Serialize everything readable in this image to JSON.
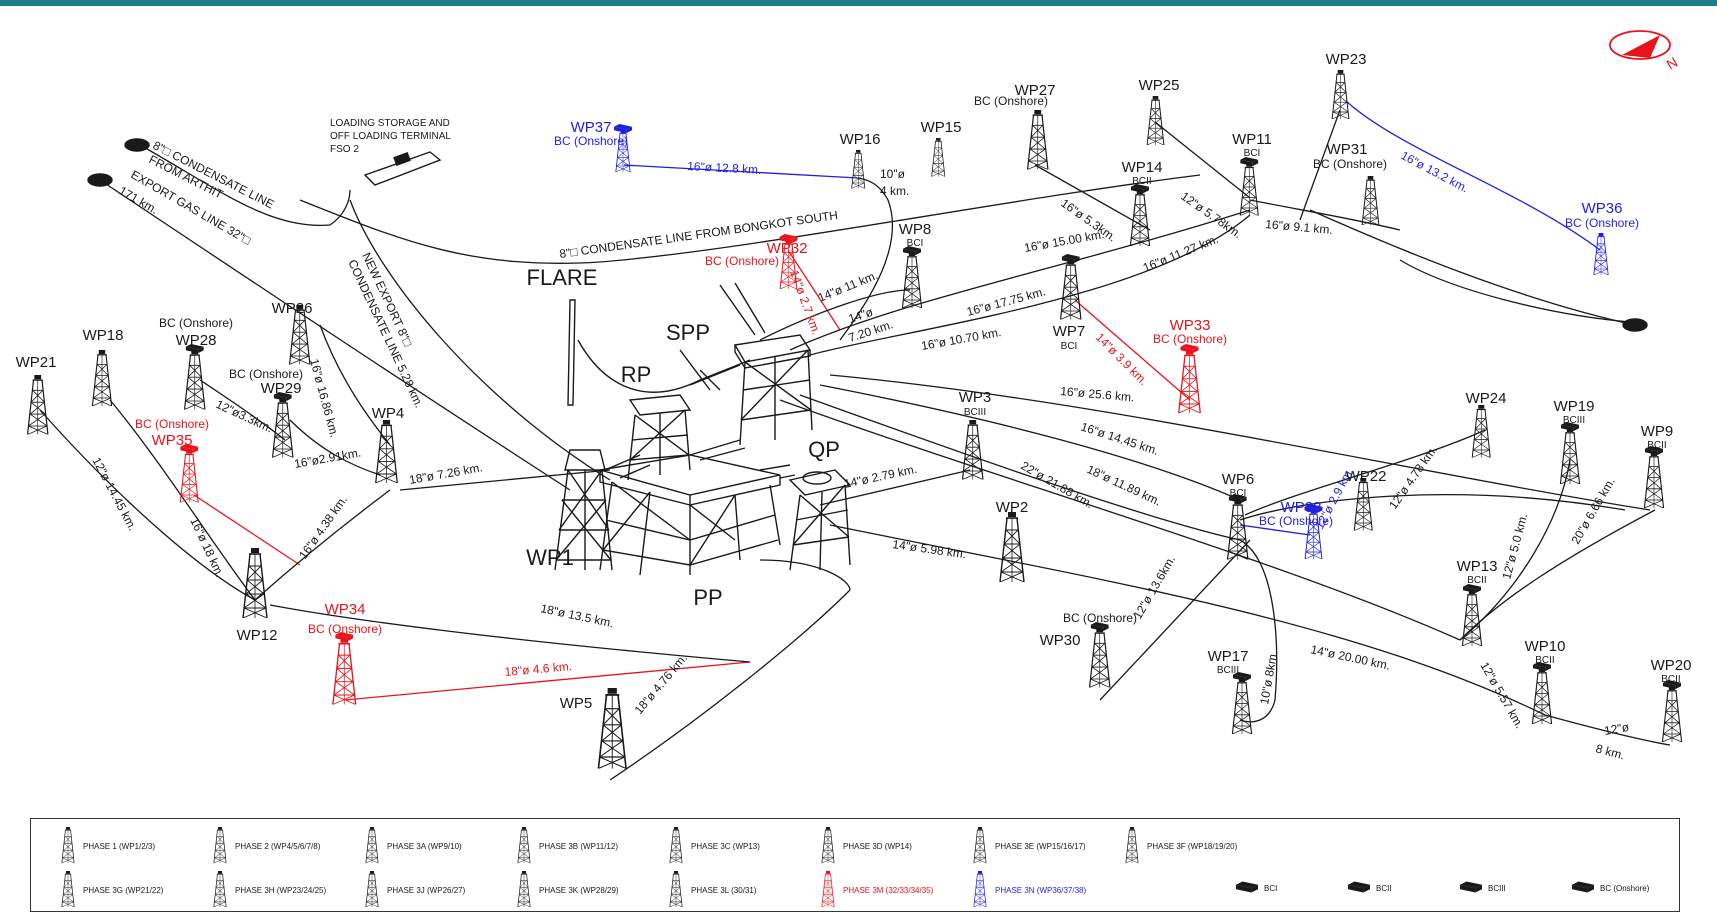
{
  "colors": {
    "black": "#1a1a1a",
    "red": "#e8141b",
    "blue": "#1f1fe0",
    "header_bar": "#1f7f86"
  },
  "compass_icon": "north-arrow-icon",
  "main_platforms": {
    "wp1": "WP1",
    "pp": "PP",
    "qp": "QP",
    "rp": "RP",
    "spp": "SPP",
    "flare": "FLARE"
  },
  "facility_labels": {
    "fso": [
      "LOADING STORAGE AND",
      "OFF LOADING TERMINAL",
      "FSO 2"
    ]
  },
  "platforms": [
    {
      "id": "WP2",
      "label": "WP2",
      "sub": "",
      "color": "black"
    },
    {
      "id": "WP3",
      "label": "WP3",
      "sub": "BCIII",
      "color": "black"
    },
    {
      "id": "WP4",
      "label": "WP4",
      "sub": "",
      "color": "black"
    },
    {
      "id": "WP5",
      "label": "WP5",
      "sub": "",
      "color": "black"
    },
    {
      "id": "WP6",
      "label": "WP6",
      "sub": "BCI",
      "color": "black"
    },
    {
      "id": "WP7",
      "label": "WP7",
      "sub": "BCI",
      "color": "black"
    },
    {
      "id": "WP8",
      "label": "WP8",
      "sub": "BCI",
      "color": "black"
    },
    {
      "id": "WP9",
      "label": "WP9",
      "sub": "BCII",
      "color": "black"
    },
    {
      "id": "WP10",
      "label": "WP10",
      "sub": "BCII",
      "color": "black"
    },
    {
      "id": "WP11",
      "label": "WP11",
      "sub": "BCI",
      "color": "black"
    },
    {
      "id": "WP12",
      "label": "WP12",
      "sub": "",
      "color": "black"
    },
    {
      "id": "WP13",
      "label": "WP13",
      "sub": "BCII",
      "color": "black"
    },
    {
      "id": "WP14",
      "label": "WP14",
      "sub": "BCII",
      "color": "black"
    },
    {
      "id": "WP15",
      "label": "WP15",
      "sub": "",
      "color": "black"
    },
    {
      "id": "WP16",
      "label": "WP16",
      "sub": "",
      "color": "black"
    },
    {
      "id": "WP17",
      "label": "WP17",
      "sub": "BCIII",
      "color": "black"
    },
    {
      "id": "WP18",
      "label": "WP18",
      "sub": "",
      "color": "black"
    },
    {
      "id": "WP19",
      "label": "WP19",
      "sub": "BCIII",
      "color": "black"
    },
    {
      "id": "WP20",
      "label": "WP20",
      "sub": "BCII",
      "color": "black"
    },
    {
      "id": "WP21",
      "label": "WP21",
      "sub": "",
      "color": "black"
    },
    {
      "id": "WP22",
      "label": "WP22",
      "sub": "",
      "color": "black"
    },
    {
      "id": "WP23",
      "label": "WP23",
      "sub": "",
      "color": "black"
    },
    {
      "id": "WP24",
      "label": "WP24",
      "sub": "",
      "color": "black"
    },
    {
      "id": "WP25",
      "label": "WP25",
      "sub": "",
      "color": "black"
    },
    {
      "id": "WP26",
      "label": "WP26",
      "sub": "",
      "color": "black"
    },
    {
      "id": "WP27",
      "label": "WP27",
      "sub": "BC (Onshore)",
      "color": "black"
    },
    {
      "id": "WP28",
      "label": "WP28",
      "sub": "BC (Onshore)",
      "color": "black"
    },
    {
      "id": "WP29",
      "label": "WP29",
      "sub": "BC (Onshore)",
      "color": "black"
    },
    {
      "id": "WP30",
      "label": "WP30",
      "sub": "BC (Onshore)",
      "color": "black"
    },
    {
      "id": "WP31",
      "label": "WP31",
      "sub": "BC (Onshore)",
      "color": "black"
    },
    {
      "id": "WP32",
      "label": "WP32",
      "sub": "BC (Onshore)",
      "color": "red"
    },
    {
      "id": "WP33",
      "label": "WP33",
      "sub": "BC (Onshore)",
      "color": "red"
    },
    {
      "id": "WP34",
      "label": "WP34",
      "sub": "BC (Onshore)",
      "color": "red"
    },
    {
      "id": "WP35",
      "label": "WP35",
      "sub": "BC (Onshore)",
      "color": "red"
    },
    {
      "id": "WP36",
      "label": "WP36",
      "sub": "BC (Onshore)",
      "color": "blue"
    },
    {
      "id": "WP37",
      "label": "WP37",
      "sub": "BC (Onshore)",
      "color": "blue"
    },
    {
      "id": "WP38",
      "label": "WP38",
      "sub": "BC (Onshore)",
      "color": "blue"
    }
  ],
  "pipelines": [
    {
      "id": "wp37-wp16",
      "text": "16\"ø 12.8 km.",
      "color": "blue"
    },
    {
      "id": "wp23-wp36",
      "text": "16\"ø 13.2 km.",
      "color": "blue"
    },
    {
      "id": "wp32-spp",
      "text": "14\"ø 2.7 km.",
      "color": "red"
    },
    {
      "id": "wp7-wp33",
      "text": "14\"ø 3.9 km.",
      "color": "red"
    },
    {
      "id": "wp35-wp12",
      "text": "16\"ø 18 km.",
      "color": "black"
    },
    {
      "id": "wp34-leg",
      "text": "18\"ø 4.6 km.",
      "color": "red"
    },
    {
      "id": "wp6-wp38",
      "text": "12\"ø 2.9 km.",
      "color": "blue"
    },
    {
      "id": "wp16-10",
      "text": "10\"ø",
      "color": "black"
    },
    {
      "id": "wp16-4km",
      "text": "4 km.",
      "color": "black"
    },
    {
      "id": "wp27-wp14",
      "text": "16\"ø 5.3km.",
      "color": "black"
    },
    {
      "id": "wp25-wp11",
      "text": "12\"ø 5.78km.",
      "color": "black"
    },
    {
      "id": "wp11-9.1",
      "text": "16\"ø 9.1 km.",
      "color": "black"
    },
    {
      "id": "condensate-bongkot",
      "text": "8\"□ CONDENSATE LINE FROM BONGKOT SOUTH",
      "color": "black"
    },
    {
      "id": "condensate-arthit-1",
      "text": "8\"□ CONDENSATE LINE",
      "color": "black"
    },
    {
      "id": "condensate-arthit-2",
      "text": "FROM ARTHIT",
      "color": "black"
    },
    {
      "id": "export-gas-1",
      "text": "EXPORT GAS LINE 32\"□",
      "color": "black"
    },
    {
      "id": "export-gas-2",
      "text": "171 km.",
      "color": "black"
    },
    {
      "id": "new-export-1",
      "text": "NEW EXPORT 8\"□",
      "color": "black"
    },
    {
      "id": "new-export-2",
      "text": "CONDENSATE LINE 5.28 km.",
      "color": "black"
    },
    {
      "id": "wp14-15",
      "text": "16\"ø 15.00 km.",
      "color": "black"
    },
    {
      "id": "wp11-1127",
      "text": "16\"ø 11.27 km.",
      "color": "black"
    },
    {
      "id": "spp-wp16-11",
      "text": "14\"ø 11 km.",
      "color": "black"
    },
    {
      "id": "wp8-14",
      "text": "14\"ø",
      "color": "black"
    },
    {
      "id": "wp8-720",
      "text": "7.20 km.",
      "color": "black"
    },
    {
      "id": "wp7-1775",
      "text": "16\"ø 17.75 km.",
      "color": "black"
    },
    {
      "id": "wp7-1070",
      "text": "16\"ø 10.70 km.",
      "color": "black"
    },
    {
      "id": "wp9-256",
      "text": "16\"ø 25.6 km.",
      "color": "black"
    },
    {
      "id": "wp6-1445",
      "text": "16\"ø 14.45 km.",
      "color": "black"
    },
    {
      "id": "wp6-1189",
      "text": "18\"ø 11.89 km.",
      "color": "black"
    },
    {
      "id": "wp13-2188",
      "text": "22\"ø 21.88 km.",
      "color": "black"
    },
    {
      "id": "qp-279",
      "text": "14\"ø 2.79 km.",
      "color": "black"
    },
    {
      "id": "wp2-598",
      "text": "14\"ø 5.98 km.",
      "color": "black"
    },
    {
      "id": "wp4-726",
      "text": "18\"ø 7.26 km.",
      "color": "black"
    },
    {
      "id": "wp26-1686",
      "text": "16\"ø 16.86 km.",
      "color": "black"
    },
    {
      "id": "wp29-291",
      "text": "16\"ø2.91km.",
      "color": "black"
    },
    {
      "id": "wp28-33",
      "text": "12\"ø3.3km.",
      "color": "black"
    },
    {
      "id": "wp21-1445",
      "text": "12\"ø 14.45 km.",
      "color": "black"
    },
    {
      "id": "wp12-438",
      "text": "16\"ø 4.38 km.",
      "color": "black"
    },
    {
      "id": "wp12-135",
      "text": "18\"ø 13.5 km.",
      "color": "black"
    },
    {
      "id": "wp5-476",
      "text": "18\"ø 4.76 km.",
      "color": "black"
    },
    {
      "id": "wp30-136",
      "text": "12\"ø 13.6km.",
      "color": "black"
    },
    {
      "id": "wp17-8",
      "text": "10\"ø 8km.",
      "color": "black"
    },
    {
      "id": "wp10-2000",
      "text": "14\"ø 20.00 km.",
      "color": "black"
    },
    {
      "id": "wp22-478",
      "text": "12\"ø 4.78 km.",
      "color": "black"
    },
    {
      "id": "wp19-50",
      "text": "12\"ø 5.0 km.",
      "color": "black"
    },
    {
      "id": "wp9-666",
      "text": "20\"ø 6.66 km.",
      "color": "black"
    },
    {
      "id": "wp13-557",
      "text": "12\"ø 5.57 km.",
      "color": "black"
    },
    {
      "id": "wp20-12",
      "text": "12\"ø",
      "color": "black"
    },
    {
      "id": "wp20-8",
      "text": "8 km.",
      "color": "black"
    }
  ],
  "legend": {
    "phases": [
      {
        "label": "PHASE 1 (WP1/2/3)",
        "color": "black"
      },
      {
        "label": "PHASE 2 (WP4/5/6/7/8)",
        "color": "black"
      },
      {
        "label": "PHASE 3A (WP9/10)",
        "color": "black"
      },
      {
        "label": "PHASE 3B (WP11/12)",
        "color": "black"
      },
      {
        "label": "PHASE 3C (WP13)",
        "color": "black"
      },
      {
        "label": "PHASE 3D (WP14)",
        "color": "black"
      },
      {
        "label": "PHASE 3E (WP15/16/17)",
        "color": "black"
      },
      {
        "label": "PHASE 3F (WP18/19/20)",
        "color": "black"
      },
      {
        "label": "PHASE 3G (WP21/22)",
        "color": "black"
      },
      {
        "label": "PHASE 3H (WP23/24/25)",
        "color": "black"
      },
      {
        "label": "PHASE 3J (WP26/27)",
        "color": "black"
      },
      {
        "label": "PHASE 3K (WP28/29)",
        "color": "black"
      },
      {
        "label": "PHASE 3L (30/31)",
        "color": "black"
      },
      {
        "label": "PHASE 3M (32/33/34/35)",
        "color": "red"
      },
      {
        "label": "PHASE 3N (WP36/37/38)",
        "color": "blue"
      }
    ],
    "compressors": [
      {
        "label": "BCI"
      },
      {
        "label": "BCII"
      },
      {
        "label": "BCIII"
      },
      {
        "label": "BC (Onshore)"
      }
    ]
  }
}
